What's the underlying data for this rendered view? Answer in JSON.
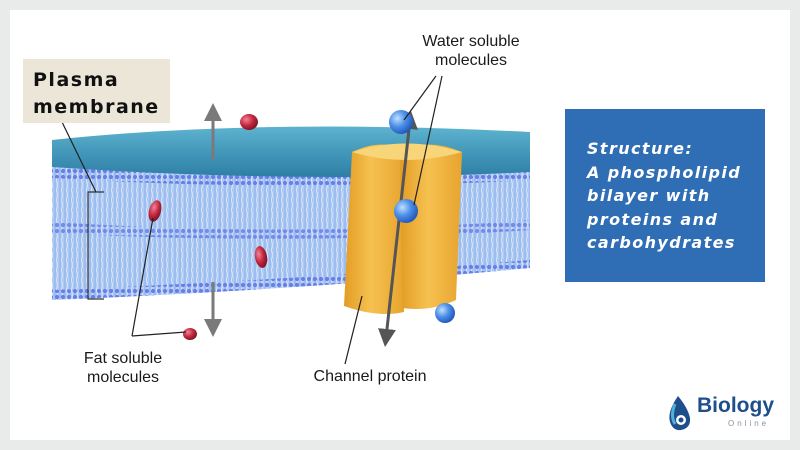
{
  "title": {
    "line1": "Plasma",
    "line2": "membrane"
  },
  "labels": {
    "water": {
      "line1": "Water soluble",
      "line2": "molecules"
    },
    "fat": {
      "line1": "Fat soluble",
      "line2": "molecules"
    },
    "channel": "Channel protein"
  },
  "info": {
    "lines": [
      "Structure:",
      "A phospholipid",
      "bilayer with",
      "proteins and",
      "carbohydrates"
    ]
  },
  "logo": {
    "word": "Biology",
    "sub": "Online"
  },
  "colors": {
    "membrane_top": "#3f9bbd",
    "membrane_side": "#8fb4ea",
    "lipid_head": "#6a7fe6",
    "protein": "#f2b43a",
    "info_bg": "#2f6db4",
    "title_bg": "#ebe6d8",
    "fat_molecule": "#c2273c",
    "water_molecule": "#3b7fe0",
    "logo_blue": "#1f4f8a"
  }
}
